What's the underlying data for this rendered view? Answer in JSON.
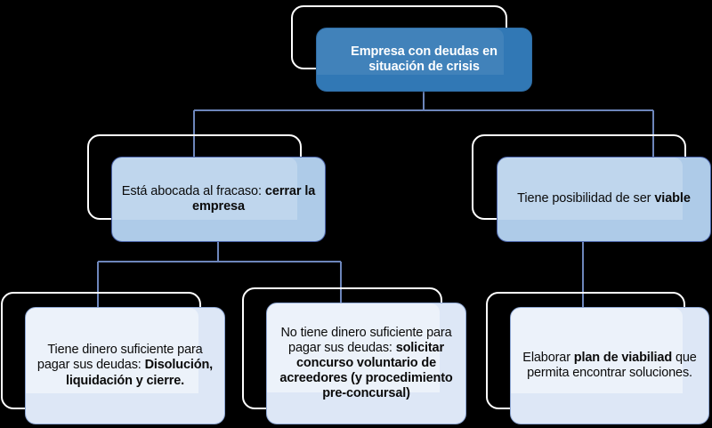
{
  "diagram": {
    "type": "hierarchy-flowchart",
    "language": "es",
    "background_color": "#000000",
    "levels": 3,
    "colors": {
      "level1_fill": "#3178b5",
      "level1_text": "#ffffff",
      "level2_fill": "#aecbe8",
      "level3_fill": "#dde7f6",
      "node_text": "#0b0b0b",
      "connector": "#6d86bb",
      "ghost_outline": "#ffffff"
    },
    "nodes": {
      "root": {
        "id": "empresa-crisis",
        "text": "Empresa con deudas en situación de crisis",
        "line1": "Empresa con deudas en",
        "line2": "situación de crisis"
      },
      "branch_left": {
        "id": "abocada-fracaso",
        "text_plain": "Está abocada al fracaso: cerrar la empresa",
        "text_normal": "Está abocada al fracaso: ",
        "text_bold": "cerrar la empresa"
      },
      "branch_right": {
        "id": "posibilidad-viable",
        "text_plain": "Tiene posibilidad de ser viable",
        "text_normal": "Tiene posibilidad de ser ",
        "text_bold": "viable"
      },
      "leaf_left": {
        "id": "dinero-suficiente",
        "text_plain": "Tiene dinero suficiente para pagar sus deudas: Disolución, liquidación y cierre.",
        "text_normal": "Tiene dinero suficiente para pagar sus deudas: ",
        "text_bold": "Disolución, liquidación y cierre."
      },
      "leaf_middle": {
        "id": "no-dinero-suficiente",
        "text_plain": "No tiene dinero suficiente para pagar sus deudas: solicitar concurso voluntario de acreedores  (y procedimiento pre-concursal)",
        "text_normal": "No tiene dinero suficiente para pagar sus deudas: ",
        "text_bold": "solicitar concurso voluntario de acreedores  (y procedimiento pre-concursal)"
      },
      "leaf_right": {
        "id": "plan-viabilidad",
        "text_plain": "Elaborar plan de viabiliad que permita encontrar soluciones.",
        "text_normal_a": "Elaborar ",
        "text_bold": "plan de viabiliad",
        "text_normal_b": " que permita encontrar soluciones."
      }
    }
  }
}
